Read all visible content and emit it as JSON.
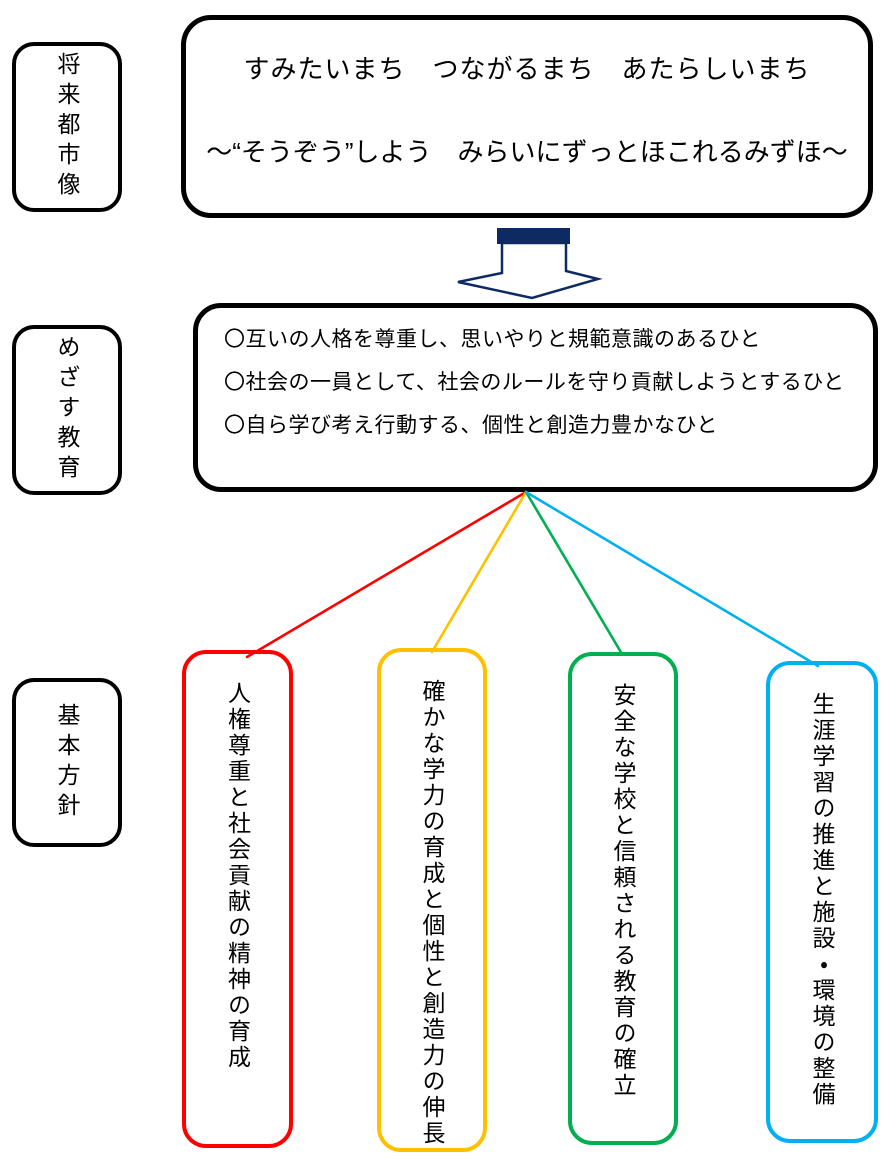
{
  "sections": {
    "future_city": {
      "label": "将来都市像",
      "line1": "すみたいまち　つながるまち　あたらしいまち",
      "line2": "～“そうぞう”しよう　みらいにずっとほこれるみずほ～"
    },
    "education": {
      "label": "めざす教育",
      "goals": [
        "〇互いの人格を尊重し、思いやりと規範意識のあるひと",
        "〇社会の一員として、社会のルールを守り貢献しようとするひと",
        "〇自ら学び考え行動する、個性と創造力豊かなひと"
      ]
    },
    "policy": {
      "label": "基本方針"
    }
  },
  "policies": [
    {
      "label": "人権尊重と社会貢献の精神の育成",
      "color": "#FF0000"
    },
    {
      "label": "確かな学力の育成と個性と創造力の伸長",
      "color": "#FFC000"
    },
    {
      "label": "安全な学校と信頼される教育の確立",
      "color": "#00B050"
    },
    {
      "label": "生涯学習の推進と施設・環境の整備",
      "color": "#00B0F0"
    }
  ],
  "colors": {
    "arrow": "#0e2a63",
    "box_border": "#000000",
    "background": "#ffffff"
  }
}
